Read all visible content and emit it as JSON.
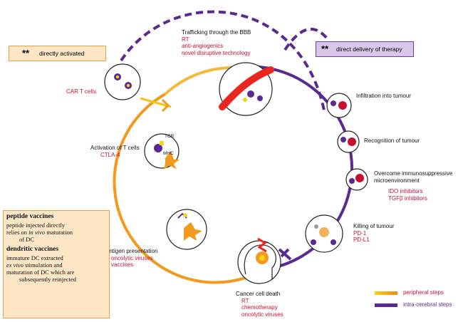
{
  "boxes": {
    "directly_activated": {
      "stars": "**",
      "text": "directly activated"
    },
    "direct_delivery": {
      "stars": "**",
      "text": "direct delivery of therapy"
    }
  },
  "steps": {
    "trafficking": {
      "title": "Trafficking through the BBB",
      "items": [
        "RT",
        "anti-angiogenics",
        "novel disruptive technology"
      ]
    },
    "car_t": {
      "title": "CAR T cells"
    },
    "infiltration": {
      "title": "Infiltration into tumour"
    },
    "recognition": {
      "title": "Recognition of tumour"
    },
    "immunosuppressive": {
      "title_line1": "Overcome immunosuppressive",
      "title_line2": "microenvironment",
      "items": [
        "IDO inhibitors",
        "TGFβ inhibitors"
      ]
    },
    "killing": {
      "title": "Killing of tumour",
      "items": [
        "PD-1",
        "PD-L1"
      ]
    },
    "cell_death": {
      "title": "Cancer cell death",
      "items": [
        "RT",
        "chemotherapy",
        "oncolytic viruses"
      ]
    },
    "antigen": {
      "title": "Antigen presentation",
      "items": [
        "oncolytic viruses",
        "vaccines"
      ]
    },
    "activation": {
      "title": "Activation of T cells",
      "items": [
        "CTLA-4"
      ],
      "tcr": "TCR",
      "mhc": "MHC"
    }
  },
  "vaccines_box": {
    "peptide_title": "peptide vaccines",
    "peptide_l1": "peptide injected directly",
    "peptide_l2_a": "relies on ",
    "peptide_l2_b": "in vivo",
    "peptide_l2_c": " maturation",
    "peptide_l3": "of DC",
    "dendritic_title": "dendritic vaccines",
    "dendritic_l1": "immature DC extracted",
    "dendritic_l2_a": "ex vivo",
    "dendritic_l2_b": " stimulation and",
    "dendritic_l3": "maturation of DC which are",
    "dendritic_l4": "subsequently reinjected"
  },
  "legend": {
    "peripheral": "peripheral steps",
    "intracerebral": "intra-cerebral steps"
  },
  "colors": {
    "orange": "#f39a1e",
    "yellow": "#f7d21b",
    "purple": "#5b2a91",
    "red": "#c8102e"
  }
}
